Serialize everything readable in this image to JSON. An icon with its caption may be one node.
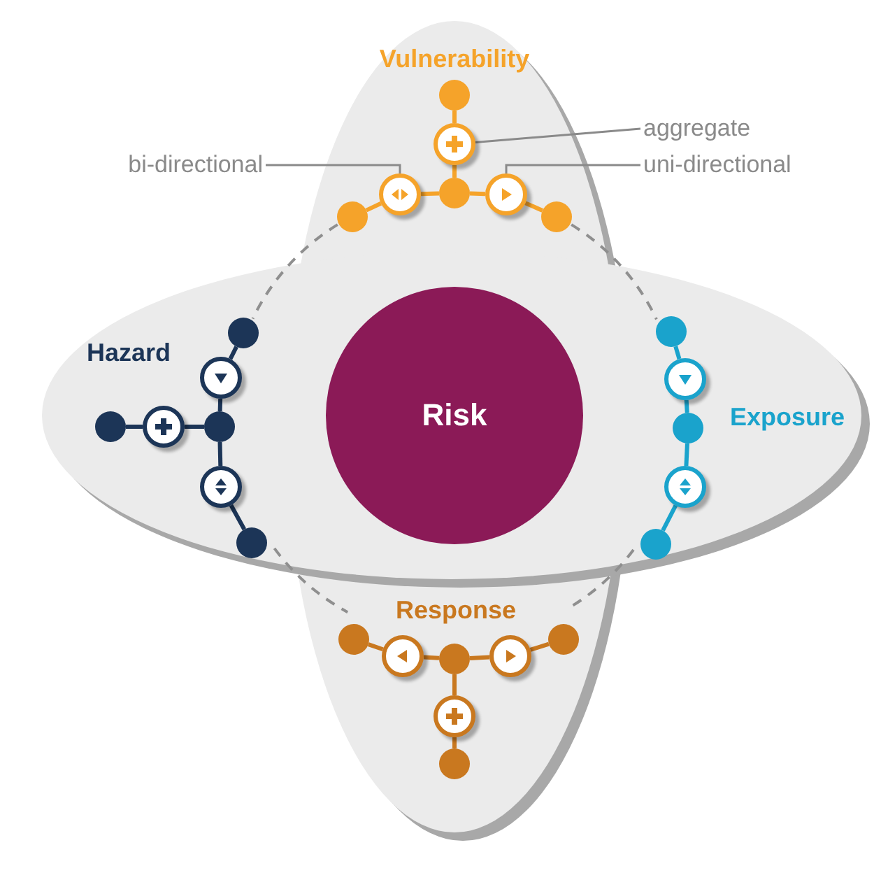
{
  "diagram": {
    "nodes": [
      {
        "text": [
          "Risk"
        ]
      },
      {
        "text": [],
        "shape": "circle"
      },
      {
        "text": [],
        "shape": "circle"
      },
      {
        "text": [],
        "shape": "circle"
      },
      {
        "text": [],
        "shape": "circle"
      },
      {
        "text": [],
        "shape": "circle"
      },
      {
        "text": [],
        "shape": "circle"
      },
      {
        "text": [],
        "shape": "circle"
      },
      {
        "text": [],
        "shape": "circle"
      },
      {
        "text": [],
        "shape": "circle"
      },
      {
        "text": [],
        "shape": "circle"
      },
      {
        "text": [],
        "shape": "circle"
      },
      {
        "text": [],
        "shape": "circle"
      },
      {
        "text": [],
        "shape": "circle"
      },
      {
        "text": [],
        "shape": "circle"
      },
      {
        "text": [],
        "shape": "circle"
      },
      {
        "text": [],
        "shape": "circle"
      },
      {
        "text": [],
        "shape": "circle"
      },
      {
        "text": [],
        "shape": "circle"
      },
      {
        "text": [],
        "shape": "circle"
      },
      {
        "text": [],
        "shape": "circle"
      },
      {
        "text": [],
        "shape": "circle"
      },
      {
        "text": [],
        "shape": "circle"
      },
      {
        "text": [],
        "shape": "circle"
      },
      {
        "text": [],
        "shape": "circle"
      },
      {
        "text": [],
        "shape": "circle"
      },
      {
        "text": [],
        "shape": "circle"
      },
      {
        "text": [
          "bi-directional"
        ]
      },
      {
        "text": [
          "aggregate"
        ]
      },
      {
        "text": [
          "uni-directional"
        ]
      }
    ],
    "edges": [
      {
        "from": 1,
        "to": 2,
        "arrow": "none",
        "color": "#f5a32a"
      },
      {
        "from": 2,
        "to": 3,
        "arrow": "none",
        "color": "#f5a32a"
      },
      {
        "from": 3,
        "to": 4,
        "arrow": "none",
        "color": "#f5a32a"
      },
      {
        "from": 4,
        "to": 5,
        "arrow": "none",
        "color": "#f5a32a"
      },
      {
        "from": 3,
        "to": 6,
        "arrow": "none",
        "color": "#f5a32a"
      },
      {
        "from": 6,
        "to": 7,
        "arrow": "none",
        "color": "#f5a32a"
      },
      {
        "from": 8,
        "to": 9,
        "arrow": "none",
        "color": "#1c3557"
      },
      {
        "from": 9,
        "to": 10,
        "arrow": "none",
        "color": "#1c3557"
      },
      {
        "from": 10,
        "to": 11,
        "arrow": "none",
        "color": "#1c3557"
      },
      {
        "from": 11,
        "to": 12,
        "arrow": "none",
        "color": "#1c3557"
      },
      {
        "from": 10,
        "to": 13,
        "arrow": "none",
        "color": "#1c3557"
      },
      {
        "from": 13,
        "to": 14,
        "arrow": "none",
        "color": "#1c3557"
      },
      {
        "from": 15,
        "to": 16,
        "arrow": "none",
        "color": "#1aa3cc"
      },
      {
        "from": 16,
        "to": 17,
        "arrow": "none",
        "color": "#1aa3cc"
      },
      {
        "from": 17,
        "to": 18,
        "arrow": "none",
        "color": "#1aa3cc"
      },
      {
        "from": 18,
        "to": 19,
        "arrow": "none",
        "color": "#1aa3cc"
      },
      {
        "from": 20,
        "to": 21,
        "arrow": "none",
        "color": "#c9781f"
      },
      {
        "from": 21,
        "to": 22,
        "arrow": "none",
        "color": "#c9781f"
      },
      {
        "from": 22,
        "to": 23,
        "arrow": "none",
        "color": "#c9781f"
      },
      {
        "from": 23,
        "to": 24,
        "arrow": "none",
        "color": "#c9781f"
      },
      {
        "from": 22,
        "to": 25,
        "arrow": "none",
        "color": "#c9781f"
      },
      {
        "from": 25,
        "to": 26,
        "arrow": "none",
        "color": "#c9781f"
      },
      {
        "from": 5,
        "to": 8,
        "arrow": "none",
        "style": "dashed",
        "color": "#8f8f8f"
      },
      {
        "from": 7,
        "to": 15,
        "arrow": "none",
        "style": "dashed",
        "color": "#8f8f8f"
      },
      {
        "from": 12,
        "to": 20,
        "arrow": "none",
        "style": "dashed",
        "color": "#8f8f8f"
      },
      {
        "from": 19,
        "to": 24,
        "arrow": "none",
        "style": "dashed",
        "color": "#8f8f8f"
      },
      {
        "from": 27,
        "to": 4,
        "arrow": "none",
        "color": "#8a8a8a"
      },
      {
        "from": 28,
        "to": 2,
        "arrow": "none",
        "color": "#8a8a8a"
      },
      {
        "from": 29,
        "to": 6,
        "arrow": "none",
        "color": "#8a8a8a"
      }
    ],
    "labels": [
      "Vulnerability",
      "Hazard",
      "Exposure",
      "Response"
    ]
  }
}
